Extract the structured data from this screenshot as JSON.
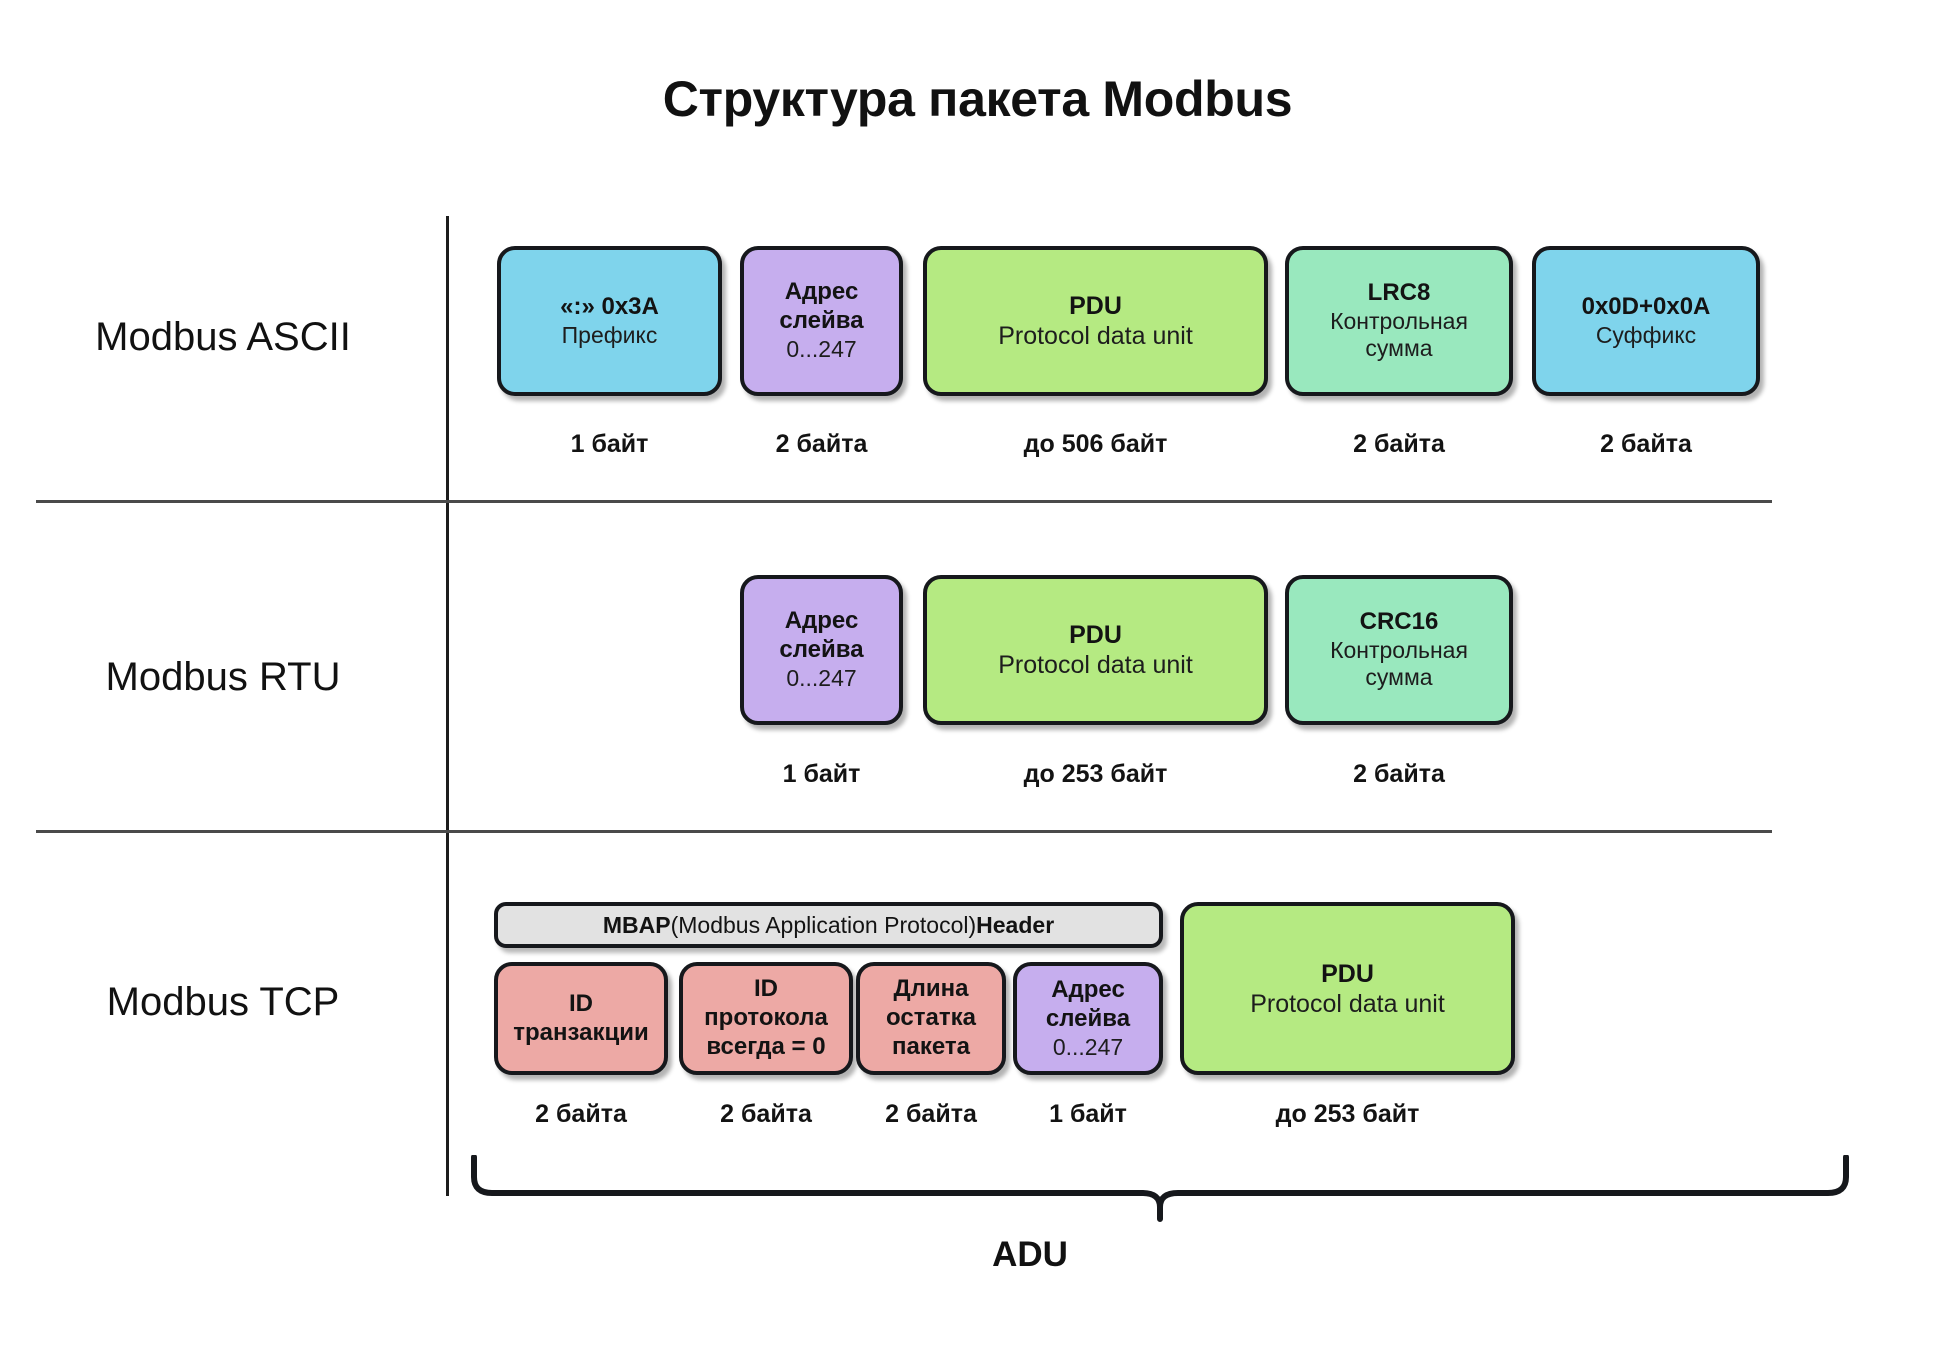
{
  "title": "Структура пакета Modbus",
  "rows": [
    {
      "label": "Modbus ASCII",
      "blocks": [
        {
          "title": "«:» 0x3A",
          "sub": "Префикс",
          "color": "blue",
          "caption": "1 байт"
        },
        {
          "title": "Адрес\nслейва",
          "sub": "0...247",
          "color": "purple",
          "caption": "2 байта"
        },
        {
          "title": "PDU",
          "sub": "Protocol data unit",
          "color": "green",
          "caption": "до 506 байт"
        },
        {
          "title": "LRC8",
          "sub": "Контрольная\nсумма",
          "color": "teal",
          "caption": "2 байта"
        },
        {
          "title": "0x0D+0x0A",
          "sub": "Суффикс",
          "color": "blue",
          "caption": "2 байта"
        }
      ]
    },
    {
      "label": "Modbus RTU",
      "blocks": [
        {
          "title": "Адрес\nслейва",
          "sub": "0...247",
          "color": "purple",
          "caption": "1 байт"
        },
        {
          "title": "PDU",
          "sub": "Protocol data unit",
          "color": "green",
          "caption": "до 253 байт"
        },
        {
          "title": "CRC16",
          "sub": "Контрольная\nсумма",
          "color": "teal",
          "caption": "2 байта"
        }
      ]
    },
    {
      "label": "Modbus TCP",
      "mbap": {
        "bold1": "MBAP",
        "regular": " (Modbus Application Protocol) ",
        "bold2": "Header"
      },
      "blocks": [
        {
          "title": "ID\nтранзакции",
          "sub": "",
          "color": "pink",
          "caption": "2 байта"
        },
        {
          "title": "ID\nпротокола\nвсегда = 0",
          "sub": "",
          "color": "pink",
          "caption": "2 байта"
        },
        {
          "title": "Длина\nостатка\nпакета",
          "sub": "",
          "color": "pink",
          "caption": "2 байта"
        },
        {
          "title": "Адрес\nслейва",
          "sub": "0...247",
          "color": "purple",
          "caption": "1 байт"
        },
        {
          "title": "PDU",
          "sub": "Protocol data unit",
          "color": "green",
          "caption": "до 253 байт"
        }
      ]
    }
  ],
  "adu": {
    "label": "ADU"
  },
  "colors": {
    "blue": "#7fd4ec",
    "purple": "#c6aeee",
    "green": "#b5ea82",
    "teal": "#99e8be",
    "pink": "#eda9a5",
    "gray": "#e2e2e2",
    "outline": "#16181c",
    "rule": "#4a4a4a"
  }
}
